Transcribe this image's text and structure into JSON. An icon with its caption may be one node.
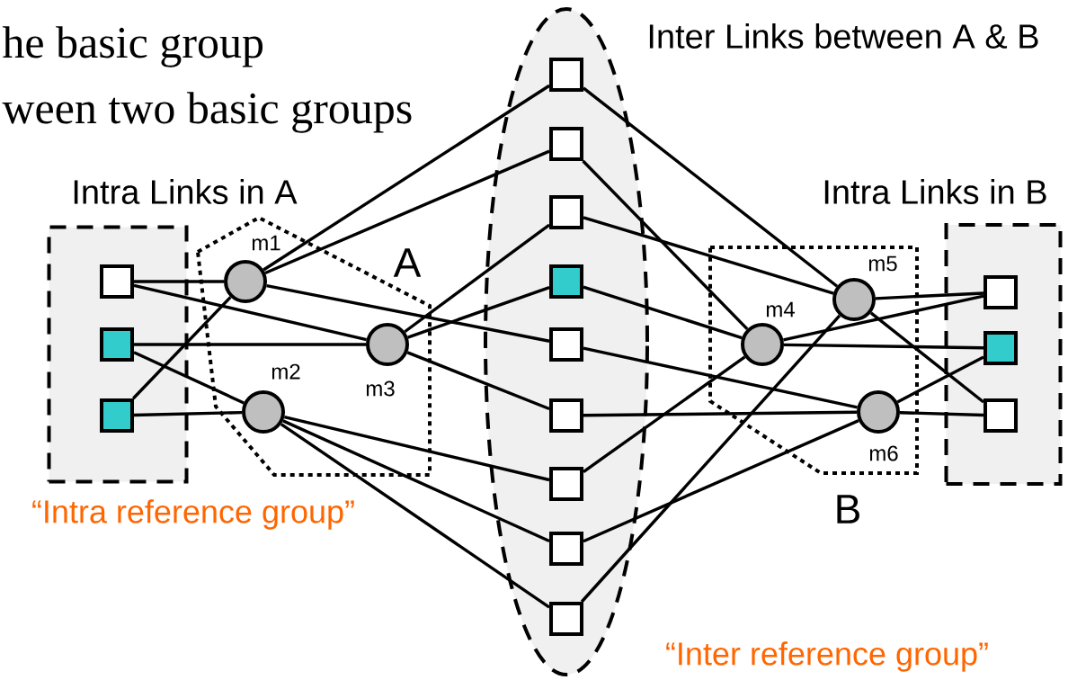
{
  "diagram": {
    "nodes": [
      {
        "text": [
          "Intra Links in A"
        ],
        "beside": [
          "“Intra reference group”"
        ]
      },
      {
        "text": [],
        "shape": "box",
        "in": 0
      },
      {
        "text": [],
        "shape": "box",
        "in": 0
      },
      {
        "text": [],
        "shape": "box",
        "in": 0
      },
      {
        "text": [
          "A"
        ]
      },
      {
        "text": [],
        "shape": "circle",
        "in": 4,
        "beside": [
          "m1"
        ]
      },
      {
        "text": [],
        "shape": "circle",
        "in": 4,
        "beside": [
          "m2"
        ]
      },
      {
        "text": [],
        "shape": "circle",
        "in": 4,
        "beside": [
          "m3"
        ]
      },
      {
        "text": [
          "Inter Links between A & B"
        ],
        "beside": [
          "“Inter reference group”"
        ]
      },
      {
        "text": [],
        "shape": "box",
        "in": 8
      },
      {
        "text": [],
        "shape": "box",
        "in": 8
      },
      {
        "text": [],
        "shape": "box",
        "in": 8
      },
      {
        "text": [],
        "shape": "box",
        "in": 8
      },
      {
        "text": [],
        "shape": "box",
        "in": 8
      },
      {
        "text": [],
        "shape": "box",
        "in": 8
      },
      {
        "text": [],
        "shape": "box",
        "in": 8
      },
      {
        "text": [],
        "shape": "box",
        "in": 8
      },
      {
        "text": [],
        "shape": "box",
        "in": 8
      },
      {
        "text": [
          "B"
        ]
      },
      {
        "text": [],
        "shape": "circle",
        "in": 18,
        "beside": [
          "m4"
        ]
      },
      {
        "text": [],
        "shape": "circle",
        "in": 18,
        "beside": [
          "m5"
        ]
      },
      {
        "text": [],
        "shape": "circle",
        "in": 18,
        "beside": [
          "m6"
        ]
      },
      {
        "text": [
          "Intra Links in B"
        ]
      },
      {
        "text": [],
        "shape": "box",
        "in": 22
      },
      {
        "text": [],
        "shape": "box",
        "in": 22
      },
      {
        "text": [],
        "shape": "box",
        "in": 22
      }
    ],
    "edges": [
      {
        "from": 1,
        "to": 5,
        "arrow": "none"
      },
      {
        "from": 1,
        "to": 7,
        "arrow": "none"
      },
      {
        "from": 2,
        "to": 7,
        "arrow": "none"
      },
      {
        "from": 2,
        "to": 6,
        "arrow": "none"
      },
      {
        "from": 3,
        "to": 6,
        "arrow": "none"
      },
      {
        "from": 3,
        "to": 5,
        "arrow": "none"
      },
      {
        "from": 5,
        "to": 9,
        "arrow": "none"
      },
      {
        "from": 5,
        "to": 10,
        "arrow": "none"
      },
      {
        "from": 5,
        "to": 13,
        "arrow": "none"
      },
      {
        "from": 7,
        "to": 11,
        "arrow": "none"
      },
      {
        "from": 7,
        "to": 12,
        "arrow": "none"
      },
      {
        "from": 7,
        "to": 14,
        "arrow": "none"
      },
      {
        "from": 6,
        "to": 15,
        "arrow": "none"
      },
      {
        "from": 6,
        "to": 16,
        "arrow": "none"
      },
      {
        "from": 6,
        "to": 17,
        "arrow": "none"
      },
      {
        "from": 9,
        "to": 20,
        "arrow": "none"
      },
      {
        "from": 10,
        "to": 19,
        "arrow": "none"
      },
      {
        "from": 11,
        "to": 20,
        "arrow": "none"
      },
      {
        "from": 12,
        "to": 19,
        "arrow": "none"
      },
      {
        "from": 13,
        "to": 21,
        "arrow": "none"
      },
      {
        "from": 14,
        "to": 21,
        "arrow": "none"
      },
      {
        "from": 15,
        "to": 19,
        "arrow": "none"
      },
      {
        "from": 16,
        "to": 21,
        "arrow": "none"
      },
      {
        "from": 17,
        "to": 20,
        "arrow": "none"
      },
      {
        "from": 20,
        "to": 23,
        "arrow": "none"
      },
      {
        "from": 20,
        "to": 25,
        "arrow": "none"
      },
      {
        "from": 19,
        "to": 23,
        "arrow": "none"
      },
      {
        "from": 19,
        "to": 24,
        "arrow": "none"
      },
      {
        "from": 21,
        "to": 24,
        "arrow": "none"
      },
      {
        "from": 21,
        "to": 25,
        "arrow": "none"
      }
    ],
    "labels": [
      "he basic group",
      "ween two basic groups"
    ]
  }
}
